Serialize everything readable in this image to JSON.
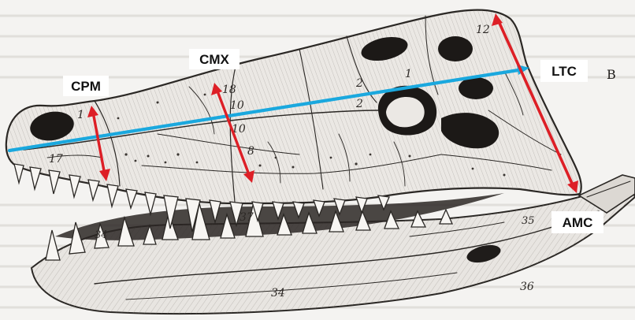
{
  "figure": {
    "panel_letter": "B",
    "measurements": [
      {
        "id": "cpm",
        "label": "CPM",
        "color": "#dd1f26"
      },
      {
        "id": "cmx",
        "label": "CMX",
        "color": "#dd1f26"
      },
      {
        "id": "ltc",
        "label": "LTC",
        "color": "#1aa8de"
      },
      {
        "id": "amc",
        "label": "AMC",
        "color": "#dd1f26"
      }
    ],
    "bone_numbers": {
      "n1": "1",
      "n17": "17",
      "n18": "18",
      "n10a": "10",
      "n10b": "10",
      "n8": "8",
      "n2a": "2",
      "n2b": "2",
      "n1b": "1",
      "n12": "12",
      "n37": "37",
      "n35": "35",
      "n34a": "34",
      "n34b": "34",
      "n36": "36"
    }
  }
}
